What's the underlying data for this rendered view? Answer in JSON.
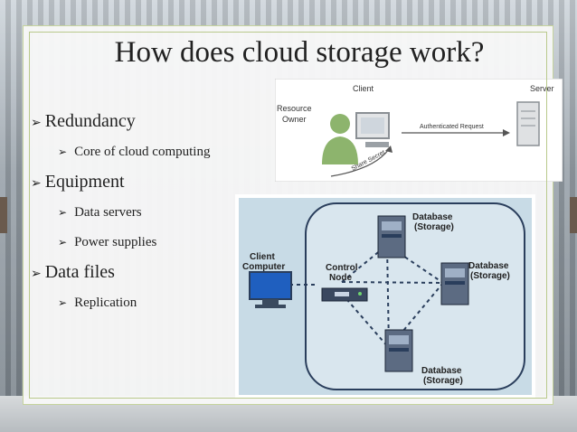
{
  "slide": {
    "title": "How does cloud storage work?",
    "bullets": [
      {
        "label": "Redundancy",
        "subs": [
          "Core of cloud computing"
        ]
      },
      {
        "label": "Equipment",
        "subs": [
          "Data servers",
          "Power supplies"
        ]
      },
      {
        "label": "Data files",
        "subs": [
          "Replication"
        ]
      }
    ]
  },
  "diagram_top": {
    "client": "Client",
    "server": "Server",
    "resource_owner_1": "Resource",
    "resource_owner_2": "Owner",
    "request": "Authenticated Request",
    "share": "Share Secret"
  },
  "diagram_bottom": {
    "client_computer_1": "Client",
    "client_computer_2": "Computer",
    "control_node_1": "Control",
    "control_node_2": "Node",
    "db_1": "Database",
    "db_2": "(Storage)"
  },
  "colors": {
    "frame": "#b9c98c",
    "accent": "#1c4fa1"
  }
}
